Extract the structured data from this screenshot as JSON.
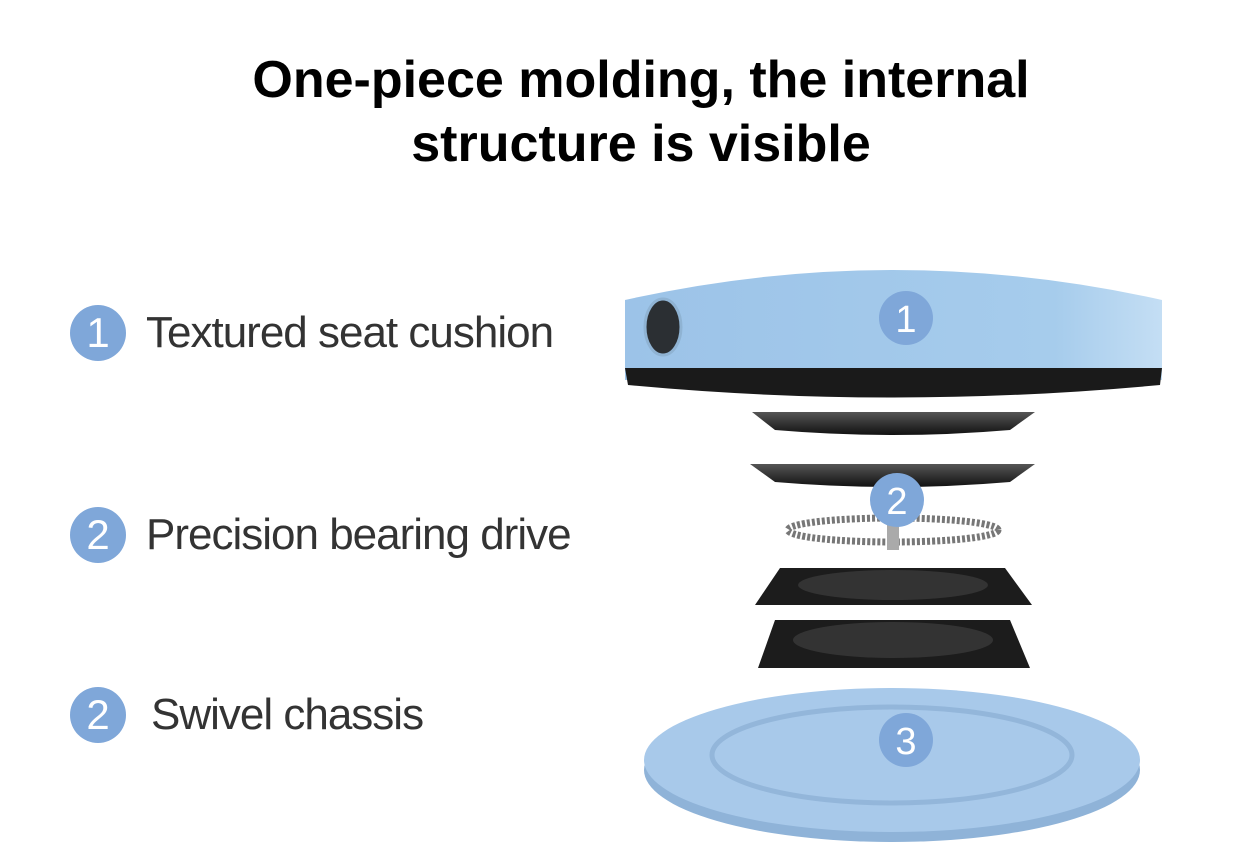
{
  "title": {
    "line1": "One-piece molding, the internal",
    "line2": "structure is visible"
  },
  "features": [
    {
      "number": "1",
      "label": "Textured seat cushion"
    },
    {
      "number": "2",
      "label": "Precision bearing drive"
    },
    {
      "number": "2",
      "label": "Swivel chassis"
    }
  ],
  "product_badges": [
    "1",
    "2",
    "3"
  ],
  "colors": {
    "badge": "#7fa7d9",
    "cushion": "#a2c8ea",
    "text": "#333333"
  }
}
